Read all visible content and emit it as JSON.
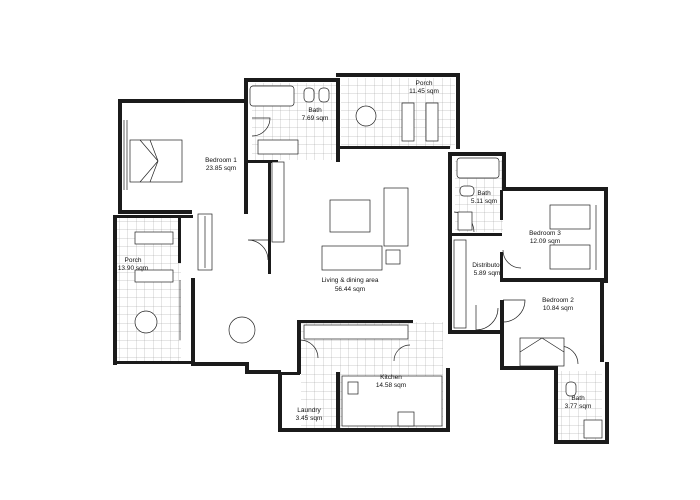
{
  "rooms": {
    "bedroom1": {
      "name": "Bedroom 1",
      "area": "23.85 sqm"
    },
    "bath1": {
      "name": "Bath",
      "area": "7.69 sqm"
    },
    "porch_top": {
      "name": "Porch",
      "area": "11.45 sqm"
    },
    "bath2": {
      "name": "Bath",
      "area": "5.11 sqm"
    },
    "bedroom3": {
      "name": "Bedroom 3",
      "area": "12.09 sqm"
    },
    "distributor": {
      "name": "Distributor",
      "area": "5.89 sqm"
    },
    "porch_left": {
      "name": "Porch",
      "area": "13.90 sqm"
    },
    "living": {
      "name": "Living & dining area",
      "area": "56.44 sqm"
    },
    "bedroom2": {
      "name": "Bedroom 2",
      "area": "10.84 sqm"
    },
    "kitchen": {
      "name": "Kitchen",
      "area": "14.58 sqm"
    },
    "laundry": {
      "name": "Laundry",
      "area": "3.45 sqm"
    },
    "bath3": {
      "name": "Bath",
      "area": "3.77 sqm"
    }
  },
  "colors": {
    "wall": "#1b1b1b",
    "tile_grid": "#9a9a9a",
    "line": "#222222"
  }
}
